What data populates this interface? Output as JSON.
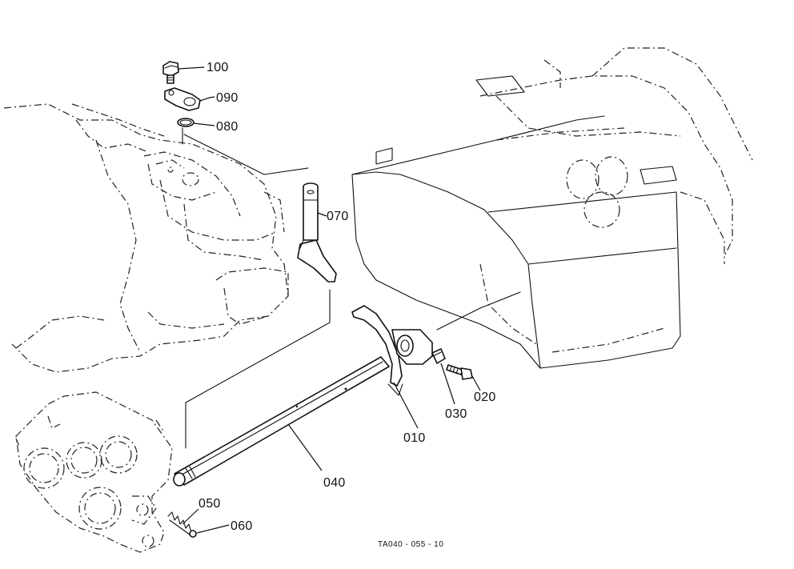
{
  "parts": [
    {
      "id": "p100",
      "label": "100"
    },
    {
      "id": "p090",
      "label": "090"
    },
    {
      "id": "p080",
      "label": "080"
    },
    {
      "id": "p070",
      "label": "070"
    },
    {
      "id": "p010",
      "label": "010"
    },
    {
      "id": "p020",
      "label": "020"
    },
    {
      "id": "p030",
      "label": "030"
    },
    {
      "id": "p040",
      "label": "040"
    },
    {
      "id": "p050",
      "label": "050"
    },
    {
      "id": "p060",
      "label": "060"
    }
  ],
  "drawing_code": "TA040 - 055 - 10"
}
